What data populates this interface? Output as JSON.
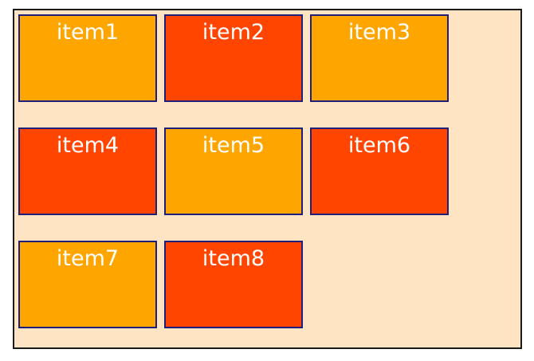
{
  "items": [
    {
      "label": "item1",
      "color": "#ffa500"
    },
    {
      "label": "item2",
      "color": "#ff4500"
    },
    {
      "label": "item3",
      "color": "#ffa500"
    },
    {
      "label": "item4",
      "color": "#ff4500"
    },
    {
      "label": "item5",
      "color": "#ffa500"
    },
    {
      "label": "item6",
      "color": "#ff4500"
    },
    {
      "label": "item7",
      "color": "#ffa500"
    },
    {
      "label": "item8",
      "color": "#ff4500"
    }
  ],
  "colors": {
    "container_background": "#ffe4c4",
    "container_border": "#1a1a1a",
    "item_border": "#1f1f7a",
    "item_text": "#ffffff"
  }
}
